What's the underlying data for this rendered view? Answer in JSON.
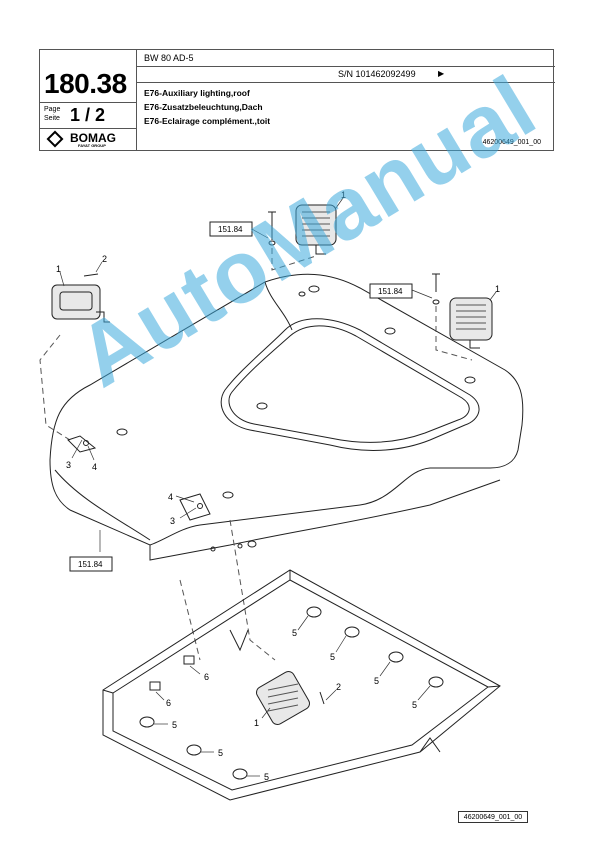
{
  "header": {
    "model": "BW 80 AD-5",
    "group_number": "180.38",
    "page_label_en": "Page",
    "page_label_de": "Seite",
    "page_number": "1 / 2",
    "serial": "S/N 101462092499",
    "serial_arrow": "▶",
    "title_en": "E76-Auxiliary lighting,roof",
    "title_de": "E76-Zusatzbeleuchtung,Dach",
    "title_fr": "E76-Eclairage complément.,toit",
    "doc_id": "46200649_001_00",
    "logo_name": "BOMAG",
    "logo_sub": "FAYAT GROUP"
  },
  "references": {
    "ref_a": "151.84",
    "ref_b": "151.84",
    "ref_c": "151.84"
  },
  "callouts": {
    "c1a": "1",
    "c1b": "1",
    "c1c": "1",
    "c1d": "1",
    "c2a": "2",
    "c2b": "2",
    "c3a": "3",
    "c3b": "3",
    "c4a": "4",
    "c4b": "4",
    "c5a": "5",
    "c5b": "5",
    "c5c": "5",
    "c5d": "5",
    "c5e": "5",
    "c5f": "5",
    "c5g": "5",
    "c6a": "6",
    "c6b": "6"
  },
  "watermark": "AutoManual",
  "footer_id": "46200649_001_00"
}
